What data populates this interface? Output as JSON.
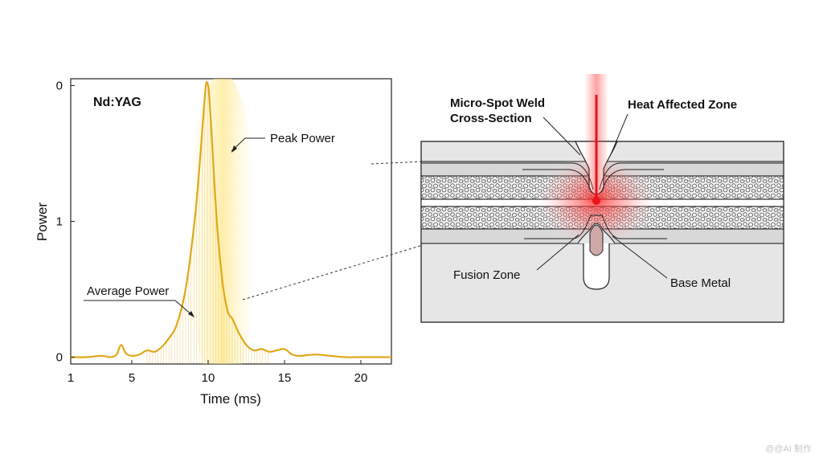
{
  "chart_data": {
    "type": "line",
    "title": "Nd:YAG",
    "xlabel": "Time (ms)",
    "ylabel": "Power",
    "xlim": [
      1,
      22
    ],
    "ylim": [
      -0.05,
      2.05
    ],
    "x_ticks": [
      {
        "value": 1,
        "label": "1"
      },
      {
        "value": 5,
        "label": "5"
      },
      {
        "value": 10,
        "label": "10"
      },
      {
        "value": 15,
        "label": "15"
      },
      {
        "value": 20,
        "label": "20"
      }
    ],
    "y_ticks": [
      {
        "value": 0,
        "label": "0"
      },
      {
        "value": 1,
        "label": "1"
      },
      {
        "value": 2,
        "label": "0"
      }
    ],
    "series": [
      {
        "x": [
          1,
          2,
          3,
          3.6,
          4,
          4.3,
          4.6,
          5,
          5.5,
          6,
          6.5,
          7,
          7.5,
          7.8,
          8,
          8.3,
          8.6,
          8.9,
          9.2,
          9.5,
          9.7,
          9.85,
          9.95,
          10.05,
          10.2,
          10.4,
          10.6,
          10.8,
          11,
          11.3,
          11.6,
          12,
          12.5,
          13,
          13.5,
          14,
          14.5,
          15,
          15.5,
          16,
          17,
          18,
          19,
          20,
          21,
          22
        ],
        "y": [
          0,
          0,
          0.01,
          0,
          0.02,
          0.09,
          0.03,
          0.01,
          0.02,
          0.05,
          0.04,
          0.08,
          0.15,
          0.2,
          0.26,
          0.38,
          0.55,
          0.8,
          1.1,
          1.5,
          1.8,
          2.0,
          2.02,
          1.95,
          1.7,
          1.3,
          0.95,
          0.7,
          0.5,
          0.33,
          0.28,
          0.18,
          0.09,
          0.05,
          0.06,
          0.04,
          0.05,
          0.06,
          0.02,
          0.01,
          0.02,
          0.01,
          0,
          0,
          0,
          0
        ]
      }
    ],
    "annotations": [
      {
        "text": "Peak Power",
        "x": 10,
        "y": 1.72
      },
      {
        "text": "Average Power",
        "x": 7.8,
        "y": 0.24
      }
    ]
  },
  "diagram": {
    "labels": {
      "micro_spot_line1": "Micro-Spot Weld",
      "micro_spot_line2": "Cross-Section",
      "haz": "Heat Affected Zone",
      "fusion_zone": "Fusion Zone",
      "base_metal": "Base Metal"
    },
    "laser_color": "#e8141c"
  },
  "colors": {
    "trace": "#e0a81a",
    "glow": "#ffe680",
    "plate_fill": "#e6e6e6",
    "layer_fill": "#d8d8d8",
    "outline": "#222222"
  },
  "watermark": "@@AI 制作"
}
